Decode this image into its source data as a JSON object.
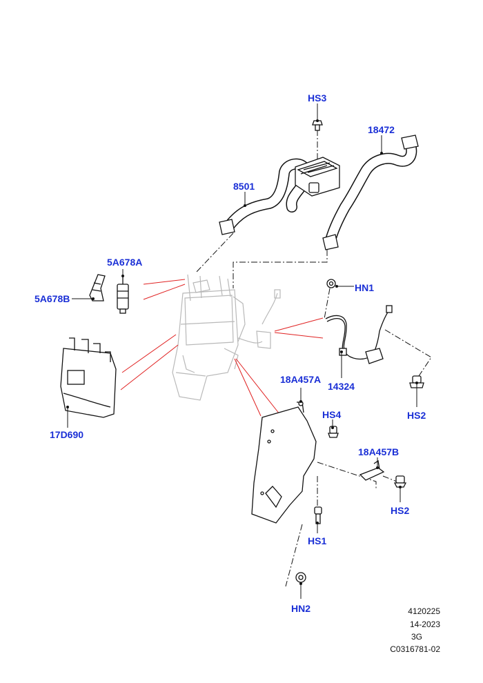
{
  "callouts": {
    "hs3": "HS3",
    "p18472": "18472",
    "p8501": "8501",
    "p5a678a": "5A678A",
    "p5a678b": "5A678B",
    "hn1": "HN1",
    "p14324": "14324",
    "hs2_right": "HS2",
    "p17d690": "17D690",
    "p18a457a": "18A457A",
    "hs4": "HS4",
    "p18a457b": "18A457B",
    "hs2_lower": "HS2",
    "hs1": "HS1",
    "hn2": "HN2"
  },
  "footer": {
    "line1": "4120225",
    "line2": "14-2023",
    "line3": "3G",
    "line4": "C0316781-02"
  },
  "colors": {
    "callout": "#1a2fd6",
    "reference_line": "#e02020",
    "ghost_outline": "#b8b8b8"
  }
}
